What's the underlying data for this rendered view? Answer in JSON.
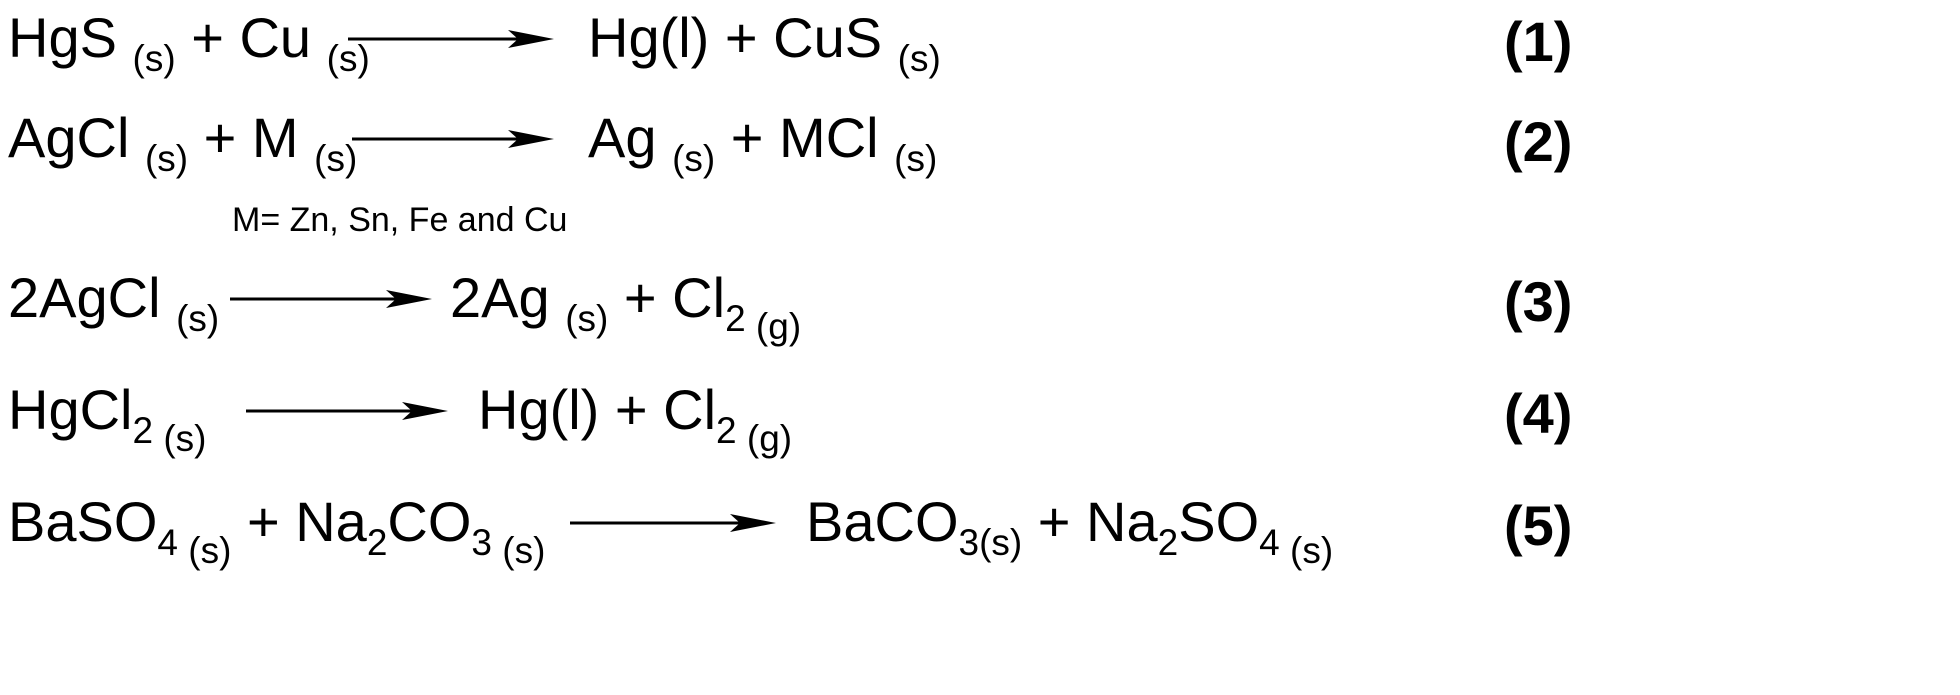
{
  "equations": [
    {
      "number": "(1)",
      "left": [
        {
          "t": "HgS "
        },
        {
          "s": "(s)"
        },
        {
          "t": " + Cu "
        },
        {
          "s": "(s)"
        }
      ],
      "right": [
        {
          "t": "Hg(l) + CuS "
        },
        {
          "s": "(s)"
        }
      ]
    },
    {
      "number": "(2)",
      "left": [
        {
          "t": "AgCl "
        },
        {
          "s": "(s)"
        },
        {
          "t": " + M "
        },
        {
          "s": "(s)"
        }
      ],
      "right": [
        {
          "t": "Ag "
        },
        {
          "s": "(s)"
        },
        {
          "t": " + MCl "
        },
        {
          "s": "(s)"
        }
      ],
      "note": "M= Zn, Sn, Fe and Cu"
    },
    {
      "number": "(3)",
      "left": [
        {
          "t": "2AgCl "
        },
        {
          "s": "(s)"
        }
      ],
      "right": [
        {
          "t": "2Ag "
        },
        {
          "s": "(s)"
        },
        {
          "t": " + Cl"
        },
        {
          "s": "2"
        },
        {
          "s2": " (g)"
        }
      ]
    },
    {
      "number": "(4)",
      "left": [
        {
          "t": "HgCl"
        },
        {
          "s": "2"
        },
        {
          "s2": " (s)"
        }
      ],
      "right": [
        {
          "t": "Hg(l) + Cl"
        },
        {
          "s": "2"
        },
        {
          "s2": " (g)"
        }
      ]
    },
    {
      "number": "(5)",
      "left": [
        {
          "t": "BaSO"
        },
        {
          "s": "4"
        },
        {
          "s2": " (s)"
        },
        {
          "t": " + Na"
        },
        {
          "s": "2"
        },
        {
          "t": "CO"
        },
        {
          "s": "3"
        },
        {
          "s2": " (s)"
        }
      ],
      "right": [
        {
          "t": "BaCO"
        },
        {
          "s": "3(s)"
        },
        {
          "t": " + Na"
        },
        {
          "s": "2"
        },
        {
          "t": "SO"
        },
        {
          "s": "4"
        },
        {
          "s2": " (s)"
        }
      ]
    }
  ]
}
